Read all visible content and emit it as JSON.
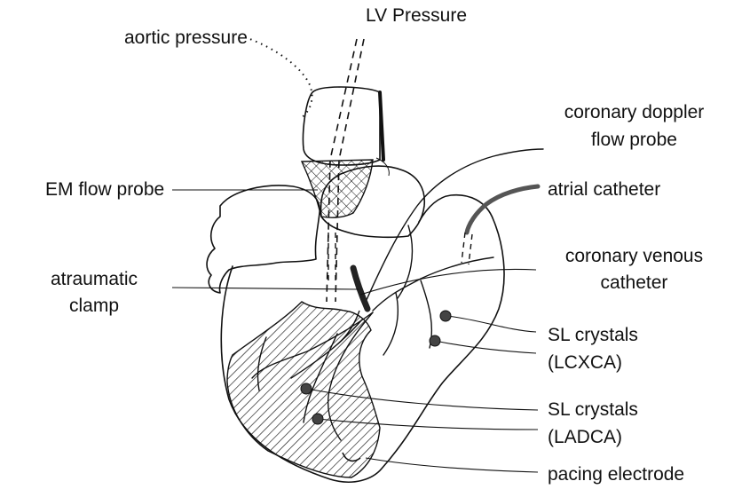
{
  "labels": {
    "aortic_pressure": "aortic pressure",
    "lv_pressure": "LV Pressure",
    "em_flow_probe": "EM flow probe",
    "atraumatic_clamp_1": "atraumatic",
    "atraumatic_clamp_2": "clamp",
    "coronary_doppler_1": "coronary doppler",
    "coronary_doppler_2": "flow probe",
    "atrial_catheter": "atrial catheter",
    "coronary_venous_1": "coronary venous",
    "coronary_venous_2": "catheter",
    "sl_crystals_lcxca_1": "SL crystals",
    "sl_crystals_lcxca_2": "(LCXCA)",
    "sl_crystals_ladca_1": "SL crystals",
    "sl_crystals_ladca_2": "(LADCA)",
    "pacing_electrode": "pacing electrode"
  },
  "colors": {
    "ink": "#111111",
    "crystal": "#444444",
    "catheter": "#555555",
    "background": "#ffffff"
  }
}
